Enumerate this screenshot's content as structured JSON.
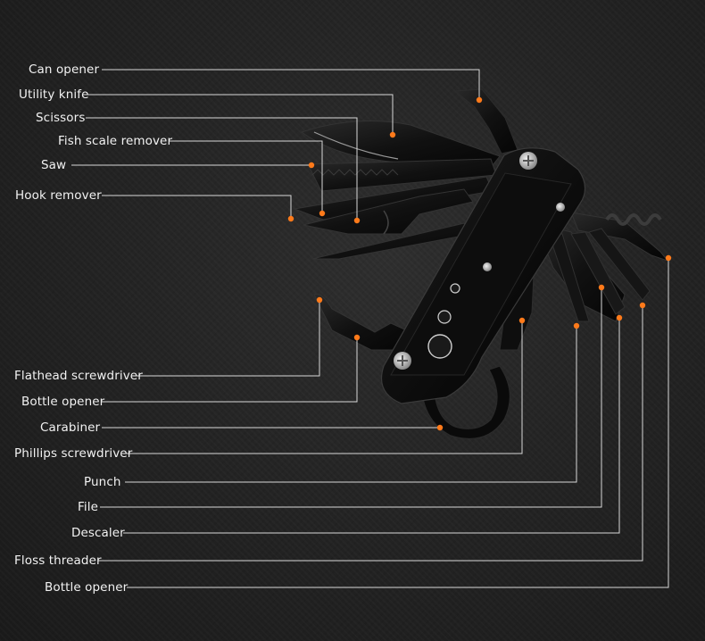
{
  "labels": {
    "can_opener": "Can opener",
    "utility_knife": "Utility knife",
    "scissors": "Scissors",
    "fish_scale_remover": "Fish scale remover",
    "saw": "Saw",
    "hook_remover": "Hook remover",
    "flathead_screwdriver": "Flathead screwdriver",
    "bottle_opener_left": "Bottle opener",
    "carabiner": "Carabiner",
    "phillips_screwdriver": "Phillips screwdriver",
    "punch": "Punch",
    "file": "File",
    "descaler": "Descaler",
    "floss_threader": "Floss threader",
    "bottle_opener_right": "Bottle opener"
  },
  "colors": {
    "background": "#222222",
    "leader_line": "#d8d8d8",
    "marker": "#ff7a1a",
    "tool_body": "#111111"
  }
}
